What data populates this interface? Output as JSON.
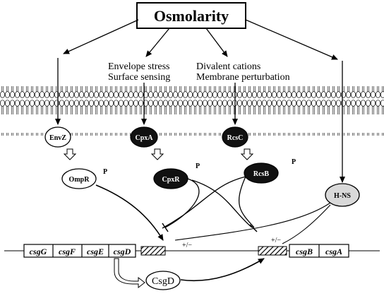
{
  "title": "Osmolarity",
  "stimuli": {
    "cpx_line1": "Envelope stress",
    "cpx_line2": "Surface sensing",
    "rcs_line1": "Divalent cations",
    "rcs_line2": "Membrane perturbation"
  },
  "sensors": {
    "envz": "EnvZ",
    "cpxa": "CpxA",
    "rcsc": "RcsC"
  },
  "regulators": {
    "ompr": "OmpR",
    "cpxr": "CpxR",
    "rcsb": "RcsB",
    "hns": "H-NS"
  },
  "phospho": "P",
  "genes_left": [
    "csgG",
    "csgF",
    "csgE",
    "csgD"
  ],
  "genes_right": [
    "csgB",
    "csgA"
  ],
  "protein_csgd": "CsgD",
  "effect_left": "+/−",
  "effect_right": "+/−",
  "colors": {
    "black_node": "#111111",
    "white_node": "#ffffff",
    "grey_node": "#d9d9d9",
    "line": "#000000"
  }
}
